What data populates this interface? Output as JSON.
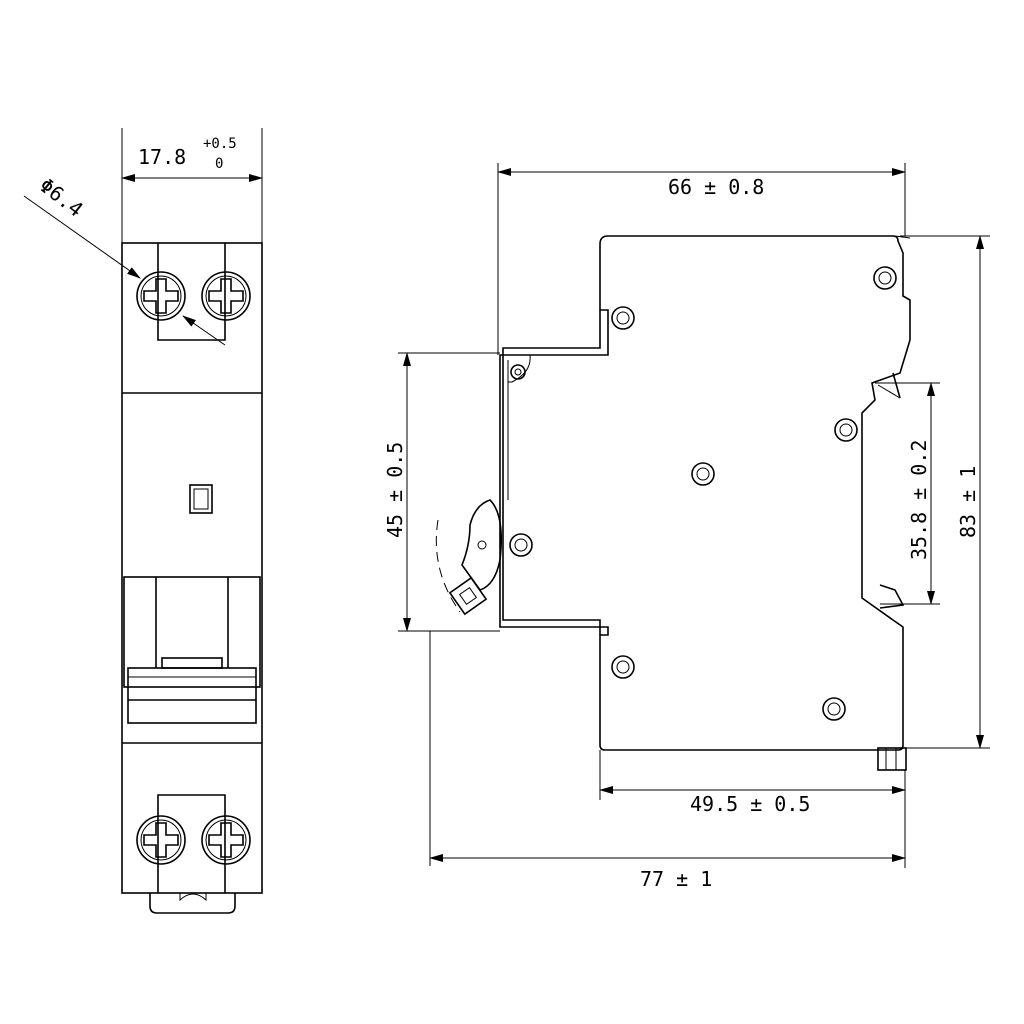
{
  "dimensions": {
    "width_main": "17.8",
    "width_tol_upper": "+0.5",
    "width_tol_lower": "0",
    "screw_dia": "Φ6.4",
    "top_length": "66 ± 0.8",
    "left_height": "45 ± 0.5",
    "rail_height": "35.8 ± 0.2",
    "total_height": "83 ± 1",
    "bottom_depth": "49.5 ± 0.5",
    "total_depth": "77 ± 1"
  }
}
